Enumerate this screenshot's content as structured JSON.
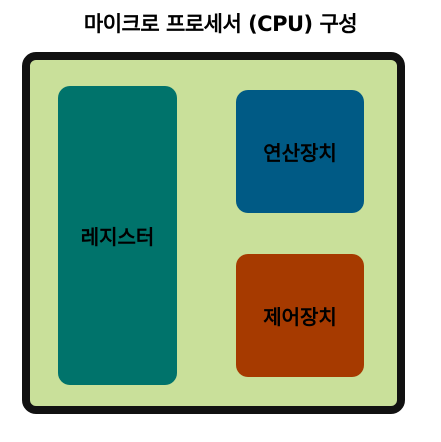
{
  "title": "마이크로 프로세서 (CPU) 구성",
  "microprocessor": {
    "colors": {
      "chip_fill": "#c9e09a",
      "chip_border": "#111111"
    },
    "blocks": {
      "registers": {
        "label": "레지스터",
        "color": "#00736b"
      },
      "alu": {
        "label": "연산장치",
        "color": "#005a85"
      },
      "control_unit": {
        "label": "제어장치",
        "color": "#a63a00"
      }
    }
  }
}
